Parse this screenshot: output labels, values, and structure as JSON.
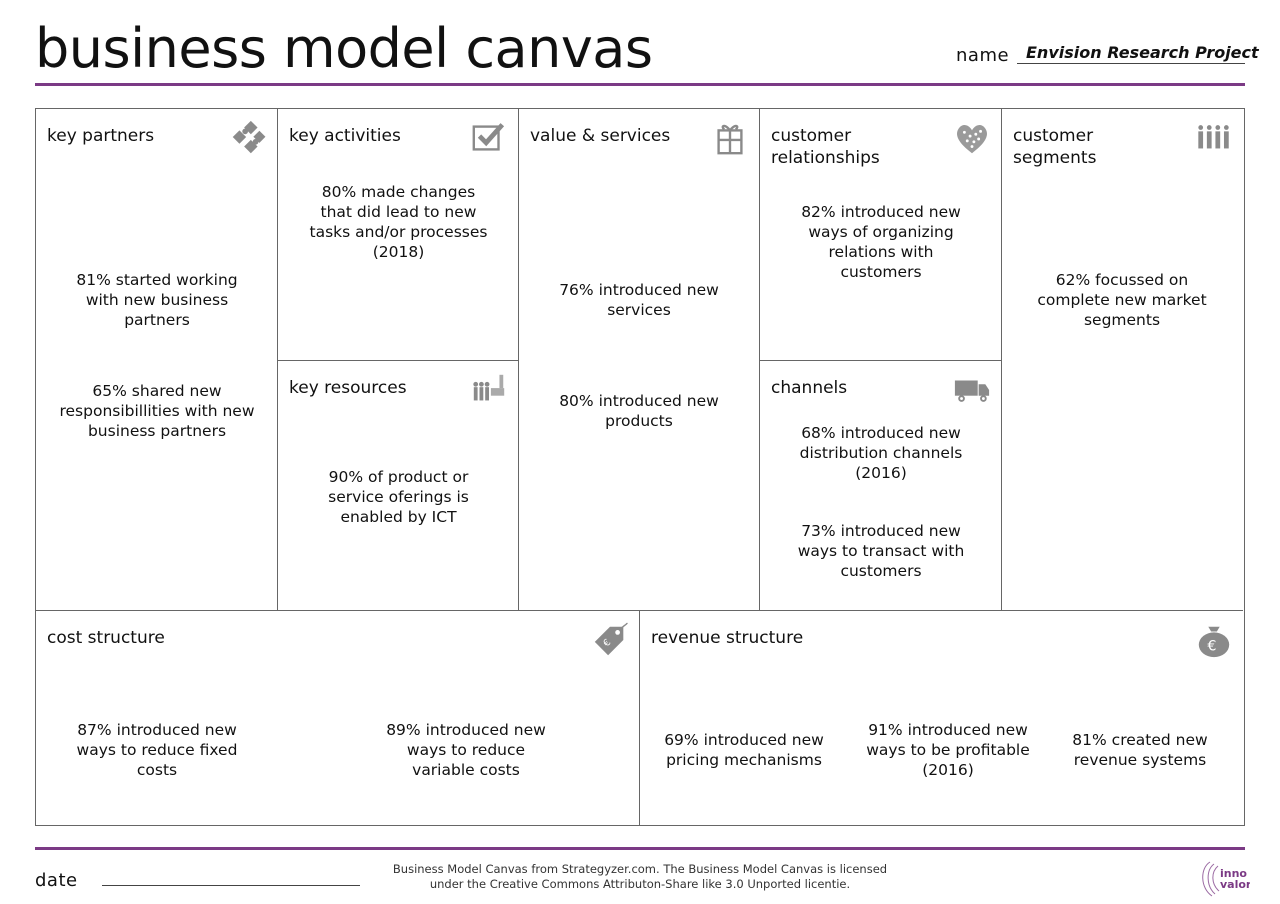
{
  "header": {
    "title": "business model canvas",
    "name_label": "name",
    "name_value": "Envision Research Project"
  },
  "blocks": {
    "key_partners": {
      "label": "key partners",
      "icon": "puzzle-icon",
      "notes": [
        "81% started working with new business partners",
        "65% shared new responsibillities with new business partners"
      ]
    },
    "key_activities": {
      "label": "key activities",
      "icon": "checkbox-icon",
      "notes": [
        "80% made changes that did lead to new tasks and/or processes (2018)"
      ]
    },
    "key_resources": {
      "label": "key resources",
      "icon": "factory-icon",
      "notes": [
        "90% of product or service oferings is enabled by ICT"
      ]
    },
    "value_services": {
      "label": "value & services",
      "icon": "gift-icon",
      "notes": [
        "76% introduced new services",
        "80% introduced new products"
      ]
    },
    "customer_relationships": {
      "label": "customer relationships",
      "icon": "heart-icon",
      "notes": [
        "82% introduced new ways of organizing relations with customers"
      ]
    },
    "channels": {
      "label": "channels",
      "icon": "truck-icon",
      "notes": [
        "68% introduced new distribution channels (2016)",
        "73% introduced new ways to transact with customers"
      ]
    },
    "customer_segments": {
      "label": "customer segments",
      "icon": "people-icon",
      "notes": [
        "62% focussed on complete new market segments"
      ]
    },
    "cost_structure": {
      "label": "cost structure",
      "icon": "price-tag-icon",
      "notes": [
        "87% introduced new ways to reduce fixed costs",
        "89% introduced new ways to reduce variable costs"
      ]
    },
    "revenue_structure": {
      "label": "revenue structure",
      "icon": "money-bag-icon",
      "notes": [
        "69% introduced new pricing mechanisms",
        "91% introduced new ways to be profitable (2016)",
        "81% created new revenue systems"
      ]
    }
  },
  "footer": {
    "date_label": "date",
    "credit_line1": "Business Model Canvas from Strategyzer.com. The Business Model Canvas is licensed",
    "credit_line2": "under the Creative Commons Attributon-Share like 3.0 Unported licentie.",
    "logo_text": "inno valor"
  },
  "colors": {
    "accent": "#7b3a85",
    "border": "#666666",
    "icon": "#8a8a8a"
  }
}
